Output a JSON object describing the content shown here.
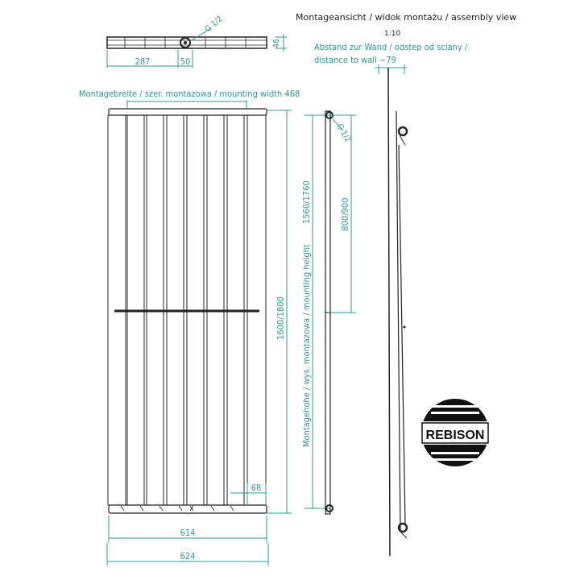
{
  "title": "Montageansicht / widok montażu / assembly view",
  "scale": "1:10",
  "wall_distance_label_line1": "Abstand zur Wand / odstep od sciany /",
  "wall_distance_label_line2": "distance to wall ~79",
  "mounting_width_label": "Montagebreite / szer. montazowa / mounting width 468",
  "mounting_height_label": "Montagehohe / wys. montazowa / mounting height",
  "dimensions": {
    "top_view_depth": "46",
    "top_view_offset": "287",
    "top_view_connection": "50",
    "thread_top": "G 1/2",
    "thread_side": "G 1/2",
    "total_height": "1600/1800",
    "mounting_height_values": "1560/1760",
    "bracket_spacing": "800/900",
    "tube_pitch": "68",
    "width_inner": "614",
    "width_total": "624"
  },
  "logo": {
    "text": "REBISON"
  },
  "colors": {
    "dimension": "#2a9d8f",
    "line": "#222222"
  }
}
